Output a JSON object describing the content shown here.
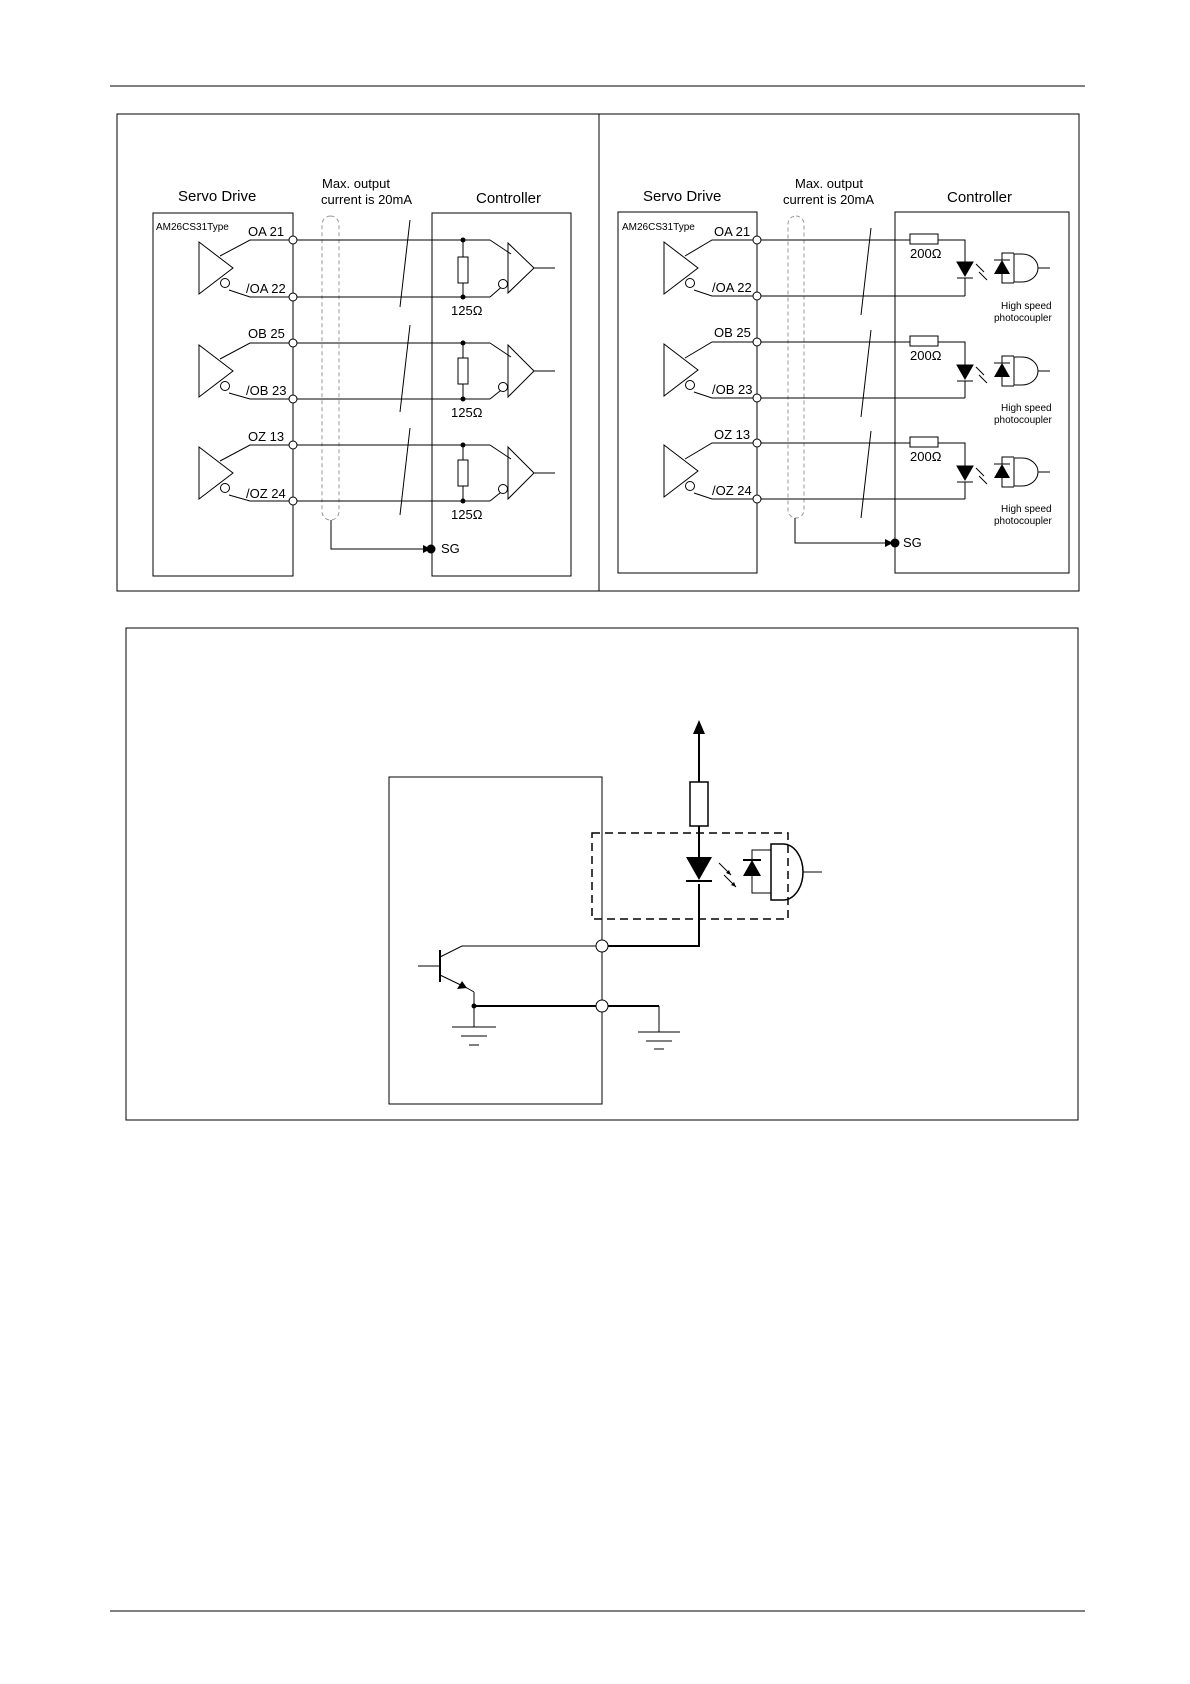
{
  "diagram_left": {
    "servo_label": "Servo Drive",
    "chip_type": "AM26CS31Type",
    "max_output_line1": "Max. output",
    "max_output_line2": "current is 20mA",
    "controller_label": "Controller",
    "channels": [
      {
        "pos_pin": "OA 21",
        "neg_pin": "/OA 22",
        "resistor": "125Ω"
      },
      {
        "pos_pin": "OB 25",
        "neg_pin": "/OB 23",
        "resistor": "125Ω"
      },
      {
        "pos_pin": "OZ 13",
        "neg_pin": "/OZ 24",
        "resistor": "125Ω"
      }
    ],
    "ground_label": "SG"
  },
  "diagram_right": {
    "servo_label": "Servo Drive",
    "chip_type": "AM26CS31Type",
    "max_output_line1": "Max. output",
    "max_output_line2": "current is 20mA",
    "controller_label": "Controller",
    "channels": [
      {
        "pos_pin": "OA 21",
        "neg_pin": "/OA 22",
        "resistor": "200Ω",
        "coupler_line1": "High speed",
        "coupler_line2": "photocoupler"
      },
      {
        "pos_pin": "OB 25",
        "neg_pin": "/OB 23",
        "resistor": "200Ω",
        "coupler_line1": "High speed",
        "coupler_line2": "photocoupler"
      },
      {
        "pos_pin": "OZ 13",
        "neg_pin": "/OZ 24",
        "resistor": "200Ω",
        "coupler_line1": "High speed",
        "coupler_line2": "photocoupler"
      }
    ],
    "ground_label": "SG"
  }
}
